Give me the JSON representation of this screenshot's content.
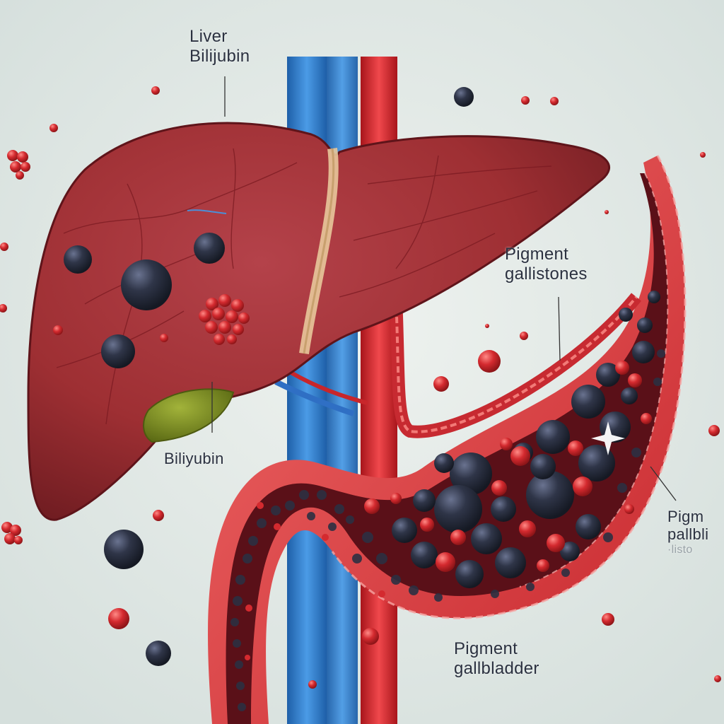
{
  "labels": {
    "top": {
      "line1": "Liver",
      "line2": "Bilijubin"
    },
    "bilirubin": "Biliyubin",
    "pigment_gallstones": {
      "line1": "Pigment",
      "line2": "gallistones"
    },
    "pigment_gallbladder": {
      "line1": "Pigment",
      "line2": "gallbladder"
    },
    "right_cut": {
      "line1": "Pigm",
      "line2": "pallbli",
      "line3": "·listo"
    }
  },
  "colors": {
    "background": "#dfe7e4",
    "liver": "#9e2f33",
    "liver_dark": "#6f1c21",
    "gallbladder": "#7c8a1f",
    "vena_cava": "#2f7fd0",
    "aorta": "#d8262d",
    "stone": "#2d3447",
    "red_cell": "#d42a2f",
    "duct_wall": "#e8474a",
    "label_text": "#2b3140"
  },
  "icons": [
    "sparkle-icon"
  ]
}
